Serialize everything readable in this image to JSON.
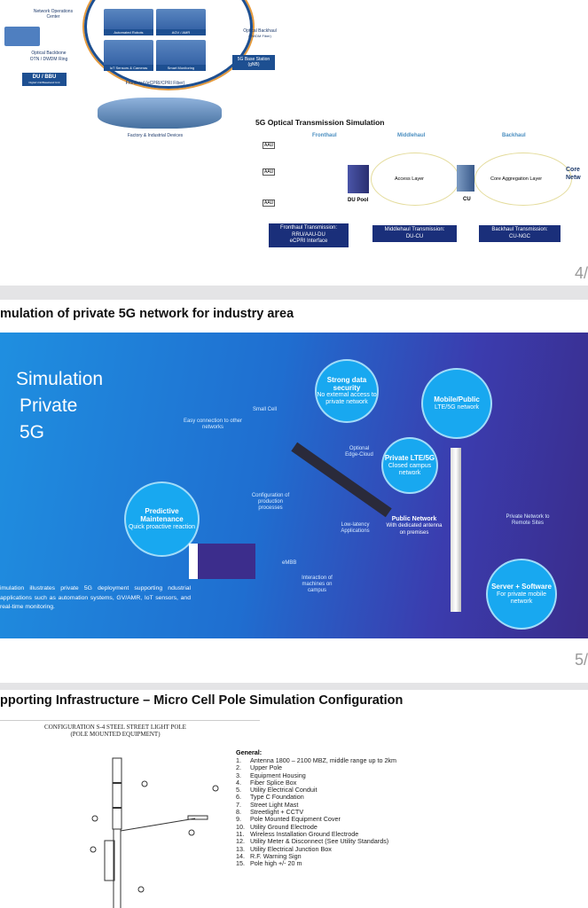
{
  "slide4": {
    "diagram_labels": {
      "noc": "Network Operations Center",
      "optical_backbone": "Optical Backbone",
      "otn": "OTN / DWDM Ring",
      "du_bbu": "DU / BBU",
      "du_sub": "Digital Unit/Baseband Unit",
      "tiles": [
        "Automated Robots",
        "AGV / AMR",
        "IoT Sensors & Cameras",
        "Smart Monitoring"
      ],
      "optical_backhaul": "Optical Backhaul",
      "backhaul_sub": "(DWDM Fiber)",
      "base_station": "5G Base Station (gNB)",
      "fronthaul": "Fronthaul (eCPRI/CPRI Fiber)",
      "factory": "Factory & Industrial Devices"
    },
    "sim_title": "5G Optical Transmission Simulation",
    "segments": [
      "Fronthaul",
      "Middlehaul",
      "Backhaul"
    ],
    "aau": [
      "AAU",
      "AAU",
      "AAU"
    ],
    "nodes": {
      "du_pool": "DU Pool",
      "access_layer": "Access Layer",
      "cu": "CU",
      "core_aggregation": "Core Aggregation Layer",
      "core_network": "Core Netw"
    },
    "boxes": [
      {
        "line1": "Fronthaul Transmission:",
        "line2": "RRU/AAU-DU",
        "line3": "eCPRI Interface"
      },
      {
        "line1": "Middlehaul Transmission:",
        "line2": "DU-CU"
      },
      {
        "line1": "Backhaul Transmission:",
        "line2": "CU-NGC"
      }
    ],
    "page_number": "4/"
  },
  "slide5": {
    "title": "mulation of private 5G network for industry area",
    "hero": {
      "line1": "Simulation",
      "line2": "Private",
      "line3": "5G"
    },
    "labels": {
      "small_cell": "Small Cell",
      "easy": "Easy connection to other networks",
      "security_title": "Strong data security",
      "security_sub": "No external access to private network",
      "mobile_title": "Mobile/Public",
      "mobile_sub": "LTE/5G network",
      "edge": "Optional Edge-Cloud",
      "private_title": "Private LTE/5G",
      "private_sub": "Closed campus network",
      "config": "Configuration of production processes",
      "pm_title": "Predictive Maintenance",
      "pm_sub": "Quick proactive reaction",
      "low_latency": "Low-latency Applications",
      "public_title": "Public Network",
      "public_sub": "With dedicated antenna on premises",
      "remote": "Private Network to Remote Sites",
      "embb": "eMBB",
      "interaction": "Interaction of machines on campus",
      "server_title": "Server + Software",
      "server_sub": "For private mobile network"
    },
    "caption": "imulation illustrates private 5G deployment supporting ndustrial applications such as automation systems, GV/AMR, IoT sensors, and real-time monitoring.",
    "page_number": "5/"
  },
  "slide6": {
    "title": "pporting Infrastructure – Micro Cell Pole Simulation Configuration",
    "config_title": "CONFIGURATION S-4 STEEL STREET LIGHT POLE",
    "config_sub": "(POLE MOUNTED EQUIPMENT)",
    "general": "General:",
    "items": [
      {
        "n": "1.",
        "t": "Antenna 1800 – 2100 MBZ, middle range up to 2km"
      },
      {
        "n": "2.",
        "t": "Upper Pole"
      },
      {
        "n": "3.",
        "t": "Equipment Housing"
      },
      {
        "n": "4.",
        "t": "Fiber Splice Box"
      },
      {
        "n": "5.",
        "t": "Utility Electrical Conduit"
      },
      {
        "n": "6.",
        "t": "Type C Foundation"
      },
      {
        "n": "7.",
        "t": "Street Light Mast"
      },
      {
        "n": "8.",
        "t": "Streetlight + CCTV"
      },
      {
        "n": "9.",
        "t": "Pole Mounted Equipment Cover"
      },
      {
        "n": "10.",
        "t": "Utility Ground Electrode"
      },
      {
        "n": "11.",
        "t": "Wireless Installation Ground Electrode"
      },
      {
        "n": "12.",
        "t": "Utility Meter & Disconnect (See Utility Standards)"
      },
      {
        "n": "13.",
        "t": "Utility Electrical Junction Box"
      },
      {
        "n": "14.",
        "t": "R.F. Warning Sign"
      },
      {
        "n": "15.",
        "t": "Pole high +/- 20 m"
      }
    ]
  }
}
